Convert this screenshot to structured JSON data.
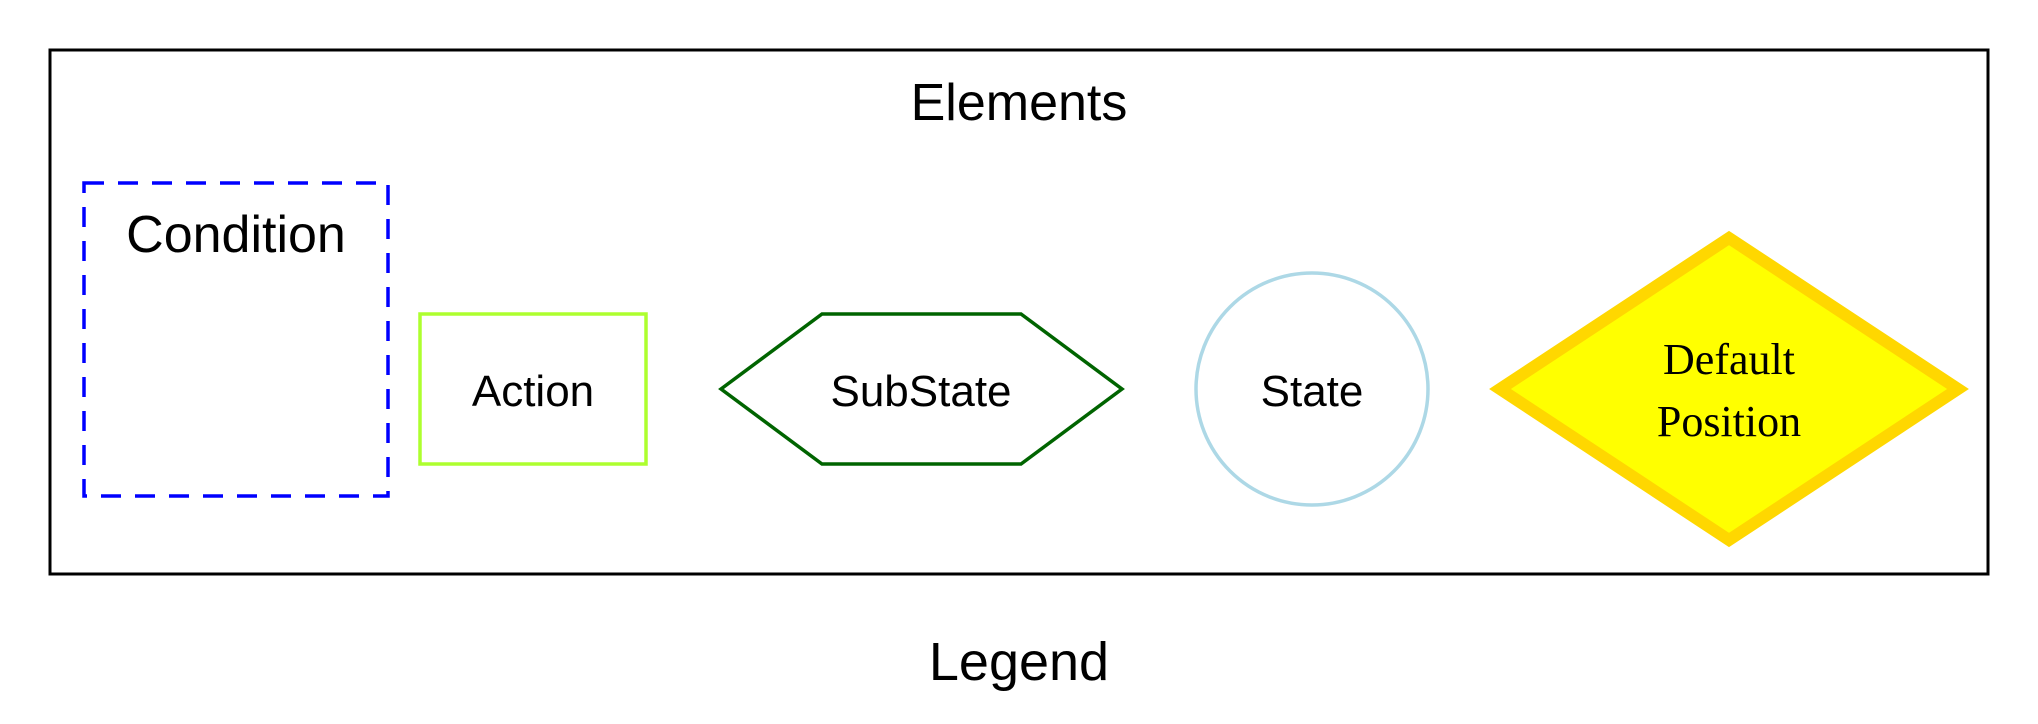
{
  "diagram": {
    "cluster_title": "Elements",
    "graph_label": "Legend",
    "nodes": {
      "condition": {
        "label": "Condition",
        "shape": "dashed-rectangle",
        "stroke": "#0000ff"
      },
      "action": {
        "label": "Action",
        "shape": "rectangle",
        "stroke": "#adff2f"
      },
      "substate": {
        "label": "SubState",
        "shape": "hexagon",
        "stroke": "#006400"
      },
      "state": {
        "label": "State",
        "shape": "circle",
        "stroke": "#add8e6"
      },
      "default_position": {
        "label_line1": "Default",
        "label_line2": "Position",
        "shape": "diamond",
        "fill": "#ffff00",
        "stroke": "#ffd700"
      }
    }
  }
}
